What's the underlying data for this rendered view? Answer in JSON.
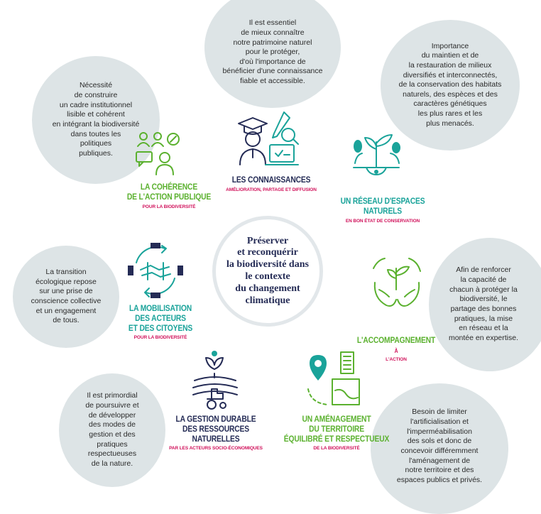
{
  "colors": {
    "teal": "#1aa39a",
    "navy": "#242b55",
    "green": "#5bb12f",
    "magenta": "#d0105a",
    "bubble": "#dde4e6"
  },
  "center": "Préserver\net reconquérir\nla biodiversité dans\nle contexte\ndu changement\nclimatique",
  "pillars": [
    {
      "title": "LES CONNAISSANCES",
      "subtitle": "AMÉLIORATION, PARTAGE ET DIFFUSION",
      "icon": "scientist-laptop-icon",
      "color": "#242b55"
    },
    {
      "title": "UN RÉSEAU D'ESPACES\nNATURELS",
      "subtitle": "EN BON ÉTAT DE CONSERVATION",
      "icon": "plants-soil-icon",
      "color": "#1aa39a"
    },
    {
      "title": "L'ACCOMPAGNEMENT",
      "title_suffix": "À",
      "subtitle": "L'ACTION",
      "icon": "hands-sprout-icon",
      "color": "#5bb12f"
    },
    {
      "title": "UN AMÉNAGEMENT\nDU TERRITOIRE\nÉQUILIBRÉ ET RESPECTUEUX",
      "subtitle": "DE LA BIODIVERSITÉ",
      "icon": "territory-map-icon",
      "color": "#5bb12f"
    },
    {
      "title": "LA GESTION DURABLE\nDES RESSOURCES\nNATURELLES",
      "subtitle": "PAR LES ACTEURS SOCIO-ÉCONOMIQUES",
      "icon": "farm-tractor-icon",
      "color": "#242b55"
    },
    {
      "title": "LA MOBILISATION\nDES ACTEURS\nET DES CITOYENS",
      "subtitle": "POUR LA BIODIVERSITÉ",
      "icon": "joined-hands-icon",
      "color": "#1aa39a"
    },
    {
      "title": "LA COHÉRENCE\nDE L'ACTION PUBLIQUE",
      "subtitle": "POUR LA BIODIVERSITÉ",
      "icon": "public-action-icon",
      "color": "#5bb12f"
    }
  ],
  "bubbles": [
    {
      "text": "Il est essentiel\nde mieux connaître\nnotre patrimoine naturel\npour le protéger,\nd'où l'importance de\nbénéficier d'une connaissance\nfiable et accessible."
    },
    {
      "text": "Importance\ndu maintien et de\nla restauration de milieux\ndiversifiés et interconnectés,\nde la conservation des habitats\nnaturels, des espèces et des\ncaractères génétiques\nles plus rares et les\nplus menacés."
    },
    {
      "text": "Afin de renforcer\nla capacité de\nchacun à protéger la\nbiodiversité, le\npartage des bonnes\npratiques, la mise\nen réseau et la\nmontée en expertise."
    },
    {
      "text": "Besoin de limiter\nl'artificialisation et\nl'imperméabilisation\ndes sols et donc de\nconcevoir différemment\nl'aménagement de\nnotre territoire et des\nespaces publics et privés."
    },
    {
      "text": "Il est primordial\nde poursuivre et\nde développer\ndes modes de\ngestion et des\npratiques\nrespectueuses\nde la nature."
    },
    {
      "text": "La transition\nécologique repose\nsur une prise de\nconscience collective\net un engagement\nde tous."
    },
    {
      "text": "Nécessité\nde construire\nun cadre institutionnel\nlisible et cohérent\nen intégrant la biodiversité\ndans toutes les\npolitiques\npubliques."
    }
  ]
}
